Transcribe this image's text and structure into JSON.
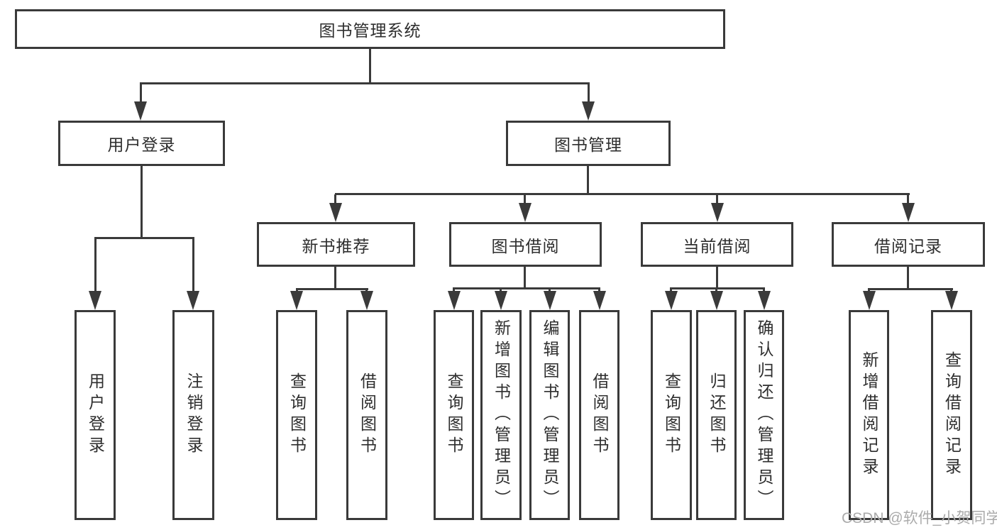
{
  "colors": {
    "line": "#3a3a3a",
    "text": "#2e2e2e",
    "bg": "#ffffff",
    "watermark": "#ababab"
  },
  "watermark": {
    "text": "CSDN @软件_小贺同学"
  },
  "diagram": {
    "root": {
      "label": "图书管理系统"
    },
    "login": {
      "label": "用户登录",
      "children": [
        {
          "label": "用户登录"
        },
        {
          "label": "注销登录"
        }
      ]
    },
    "management": {
      "label": "图书管理",
      "sections": [
        {
          "label": "新书推荐",
          "children": [
            {
              "label": "查询图书"
            },
            {
              "label": "借阅图书"
            }
          ]
        },
        {
          "label": "图书借阅",
          "children": [
            {
              "label": "查询图书"
            },
            {
              "label": "新增图书（管理员）"
            },
            {
              "label": "编辑图书（管理员）"
            },
            {
              "label": "借阅图书"
            }
          ]
        },
        {
          "label": "当前借阅",
          "children": [
            {
              "label": "查询图书"
            },
            {
              "label": "归还图书"
            },
            {
              "label": "确认归还（管理员）"
            }
          ]
        },
        {
          "label": "借阅记录",
          "children": [
            {
              "label": "新增借阅记录"
            },
            {
              "label": "查询借阅记录"
            }
          ]
        }
      ]
    }
  }
}
